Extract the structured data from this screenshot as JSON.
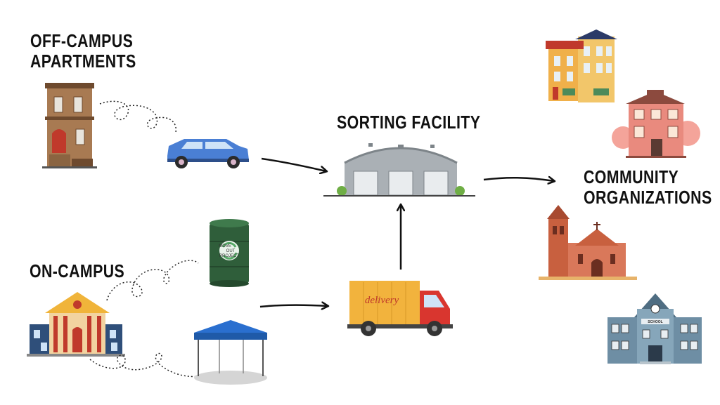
{
  "labels": {
    "off_campus": [
      "OFF-CAMPUS",
      "APARTMENTS"
    ],
    "on_campus": "ON-CAMPUS",
    "sorting": "SORTING FACILITY",
    "community": [
      "COMMUNITY",
      "ORGANIZATIONS"
    ]
  },
  "icon_text": {
    "truck": "delivery",
    "school": "SCHOOL",
    "drum": [
      "MOVE",
      "OUT",
      "PROJECT"
    ]
  },
  "icons": [
    "rowhouse-icon",
    "car-icon",
    "warehouse-icon",
    "apartment-building-icon",
    "townhouse-icon",
    "church-icon",
    "school-icon",
    "recycling-drum-icon",
    "campus-building-icon",
    "canopy-tent-icon",
    "delivery-truck-icon"
  ],
  "colors": {
    "text": "#111111",
    "arrow": "#111111",
    "car": "#4a7fd4",
    "truck_cargo": "#f2b33d",
    "truck_cab": "#d9362f",
    "drum": "#2f5e3a",
    "tent": "#2a6fcf",
    "warehouse_roof": "#8f969c",
    "church": "#c8603f",
    "school": "#6e8ea4"
  }
}
